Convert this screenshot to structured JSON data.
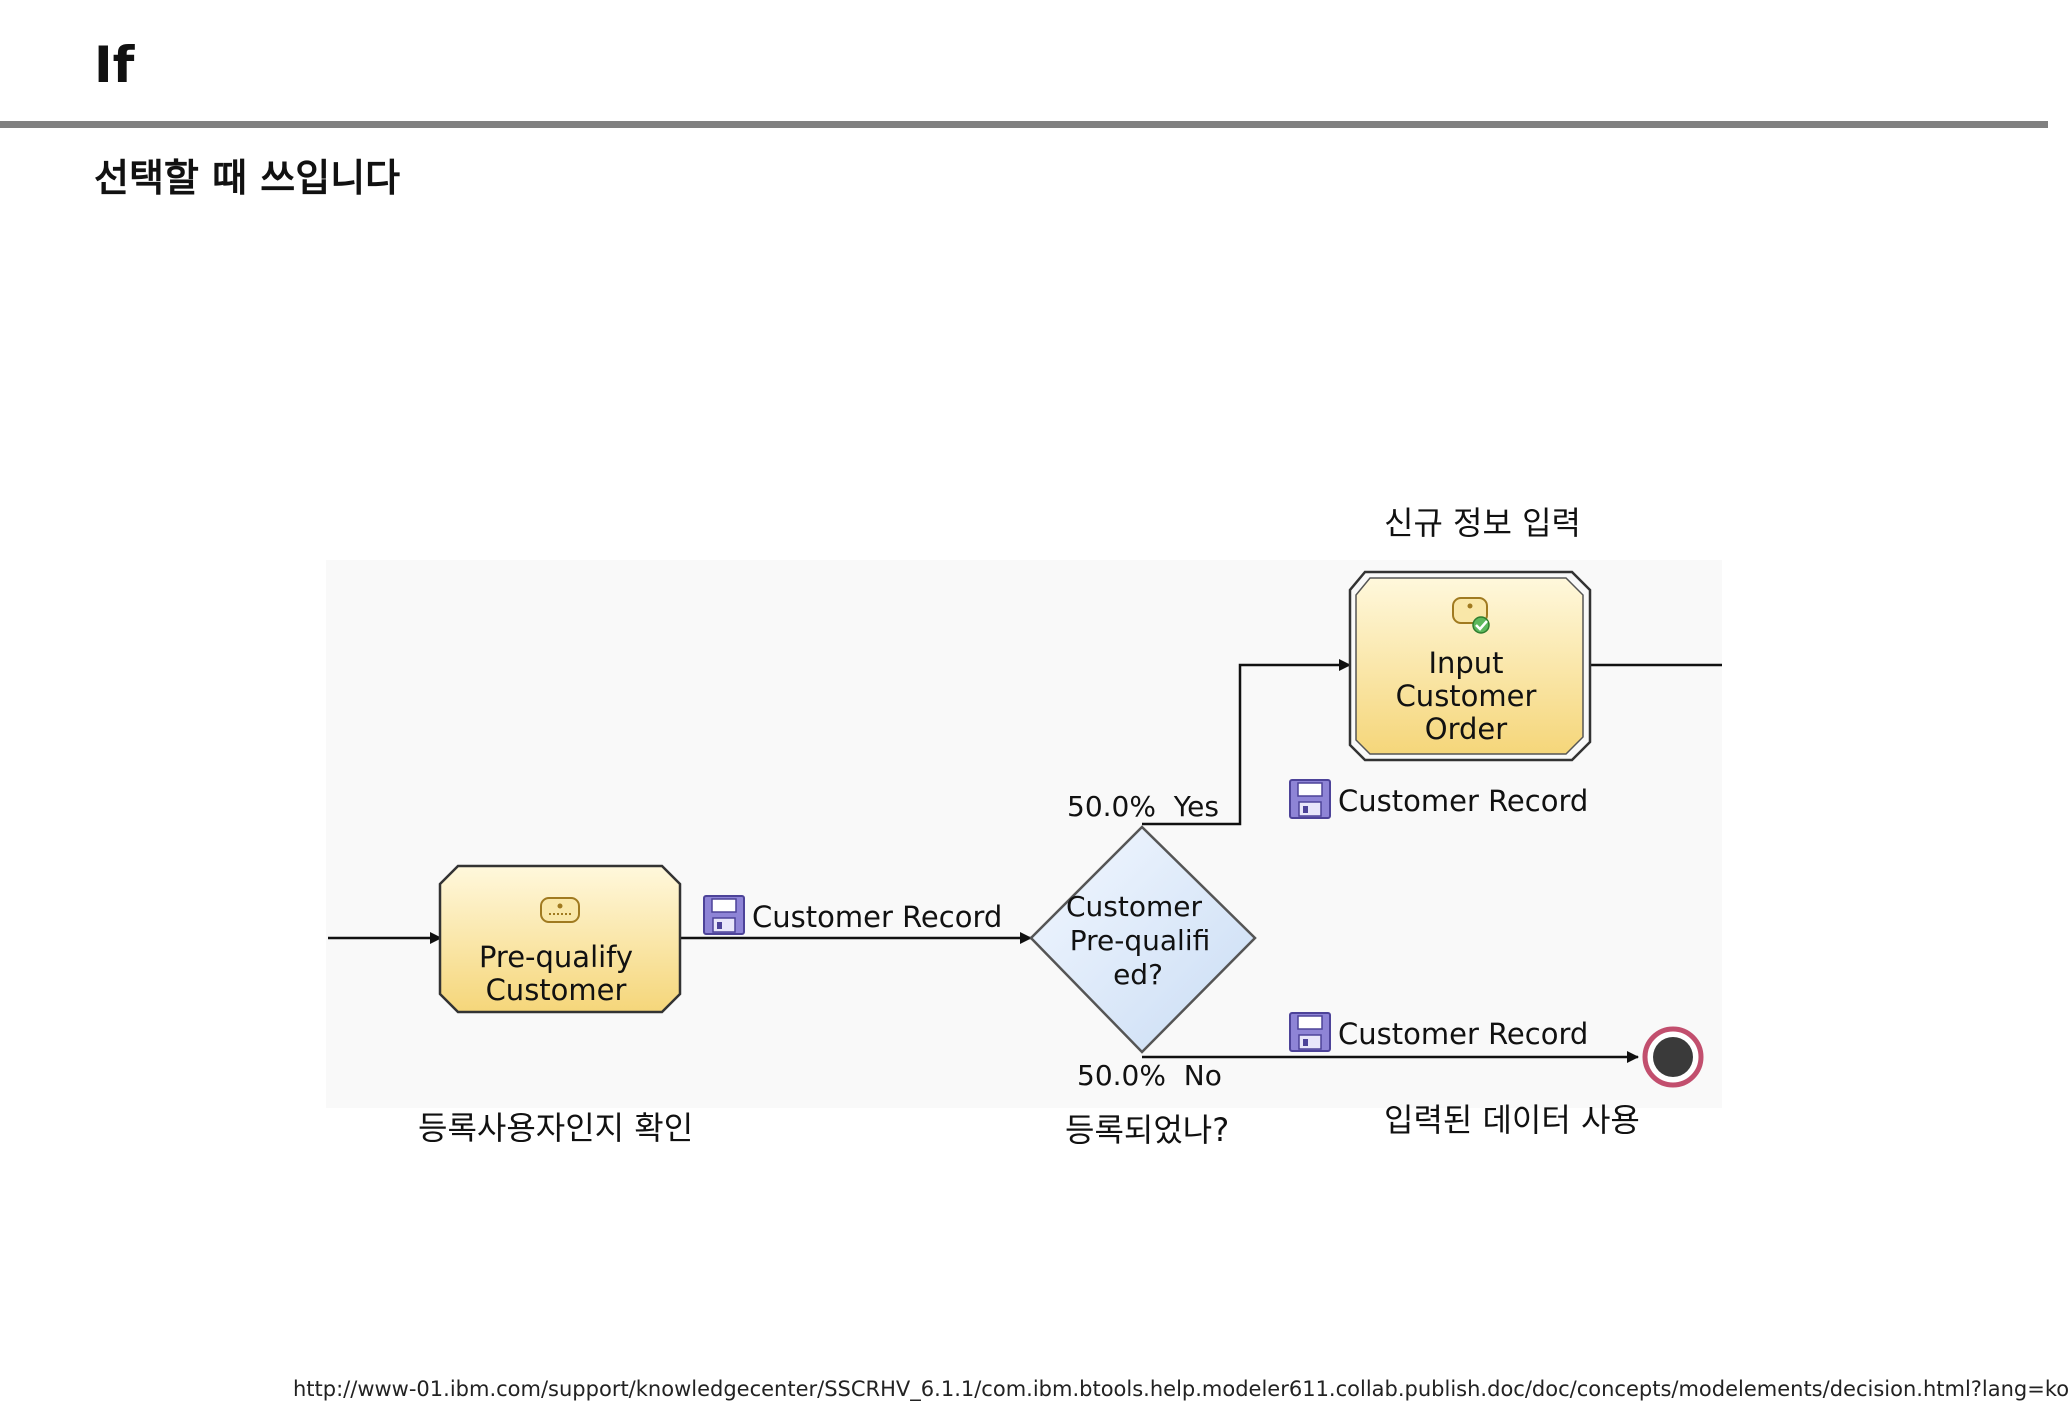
{
  "title": "If",
  "subtitle": "선택할 때 쓰입니다",
  "diagram": {
    "task_prequalify": "Pre-qualify Customer",
    "task_prequalify_lines": [
      "Pre-qualify",
      "Customer"
    ],
    "task_input": "Input Customer Order",
    "task_input_lines": [
      "Input",
      "Customer",
      "Order"
    ],
    "decision": "Customer Pre-qualified?",
    "decision_lines": [
      "Customer",
      "Pre-qualifi",
      "ed?"
    ],
    "data_labels": [
      "Customer Record",
      "Customer Record",
      "Customer Record"
    ],
    "yes_label": "50.0%  Yes",
    "no_label": "50.0%  No"
  },
  "annotations": {
    "new_info_input": "신규 정보 입력",
    "check_registered": "등록사용자인지 확인",
    "registered_question": "등록되었나?",
    "use_entered_data": "입력된 데이터 사용"
  },
  "source_url": "http://www-01.ibm.com/support/knowledgecenter/SSCRHV_6.1.1/com.ibm.btools.help.modeler611.collab.publish.doc/doc/concepts/modelements/decision.html?lang=ko",
  "colors": {
    "task_fill_top": "#fff8dc",
    "task_fill_bottom": "#f5d67a",
    "decision_fill": "#dce9fa",
    "end_ring": "#c24f6e",
    "end_core": "#3a3a3a",
    "data_icon": "#7a6fc4",
    "rule": "#808080"
  }
}
